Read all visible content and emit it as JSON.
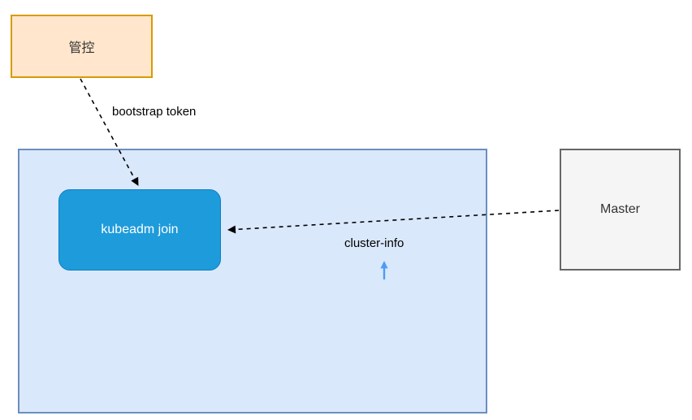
{
  "canvas": {
    "background": "#ffffff"
  },
  "nodes": {
    "control": {
      "label": "管控",
      "fill": "#ffe6cc",
      "border": "#d79b00",
      "text_color": "#333333"
    },
    "cluster_container": {
      "fill": "#dae8fc",
      "border": "#6c8ebf"
    },
    "kubeadm_join": {
      "label": "kubeadm join",
      "fill": "#1e9bdb",
      "border": "#0e7fc1",
      "text_color": "#ffffff"
    },
    "master": {
      "label": "Master",
      "fill": "#f5f5f5",
      "border": "#666666",
      "text_color": "#333333"
    }
  },
  "edges": {
    "bootstrap_token": {
      "label": "bootstrap token",
      "color": "#000000",
      "style": "dashed",
      "from": "control",
      "to": "kubeadm_join"
    },
    "cluster_info": {
      "label": "cluster-info",
      "color": "#000000",
      "style": "dashed",
      "from": "master",
      "to": "kubeadm_join"
    },
    "cluster_info_pointer": {
      "color": "#4d9bf5",
      "direction": "up"
    }
  }
}
